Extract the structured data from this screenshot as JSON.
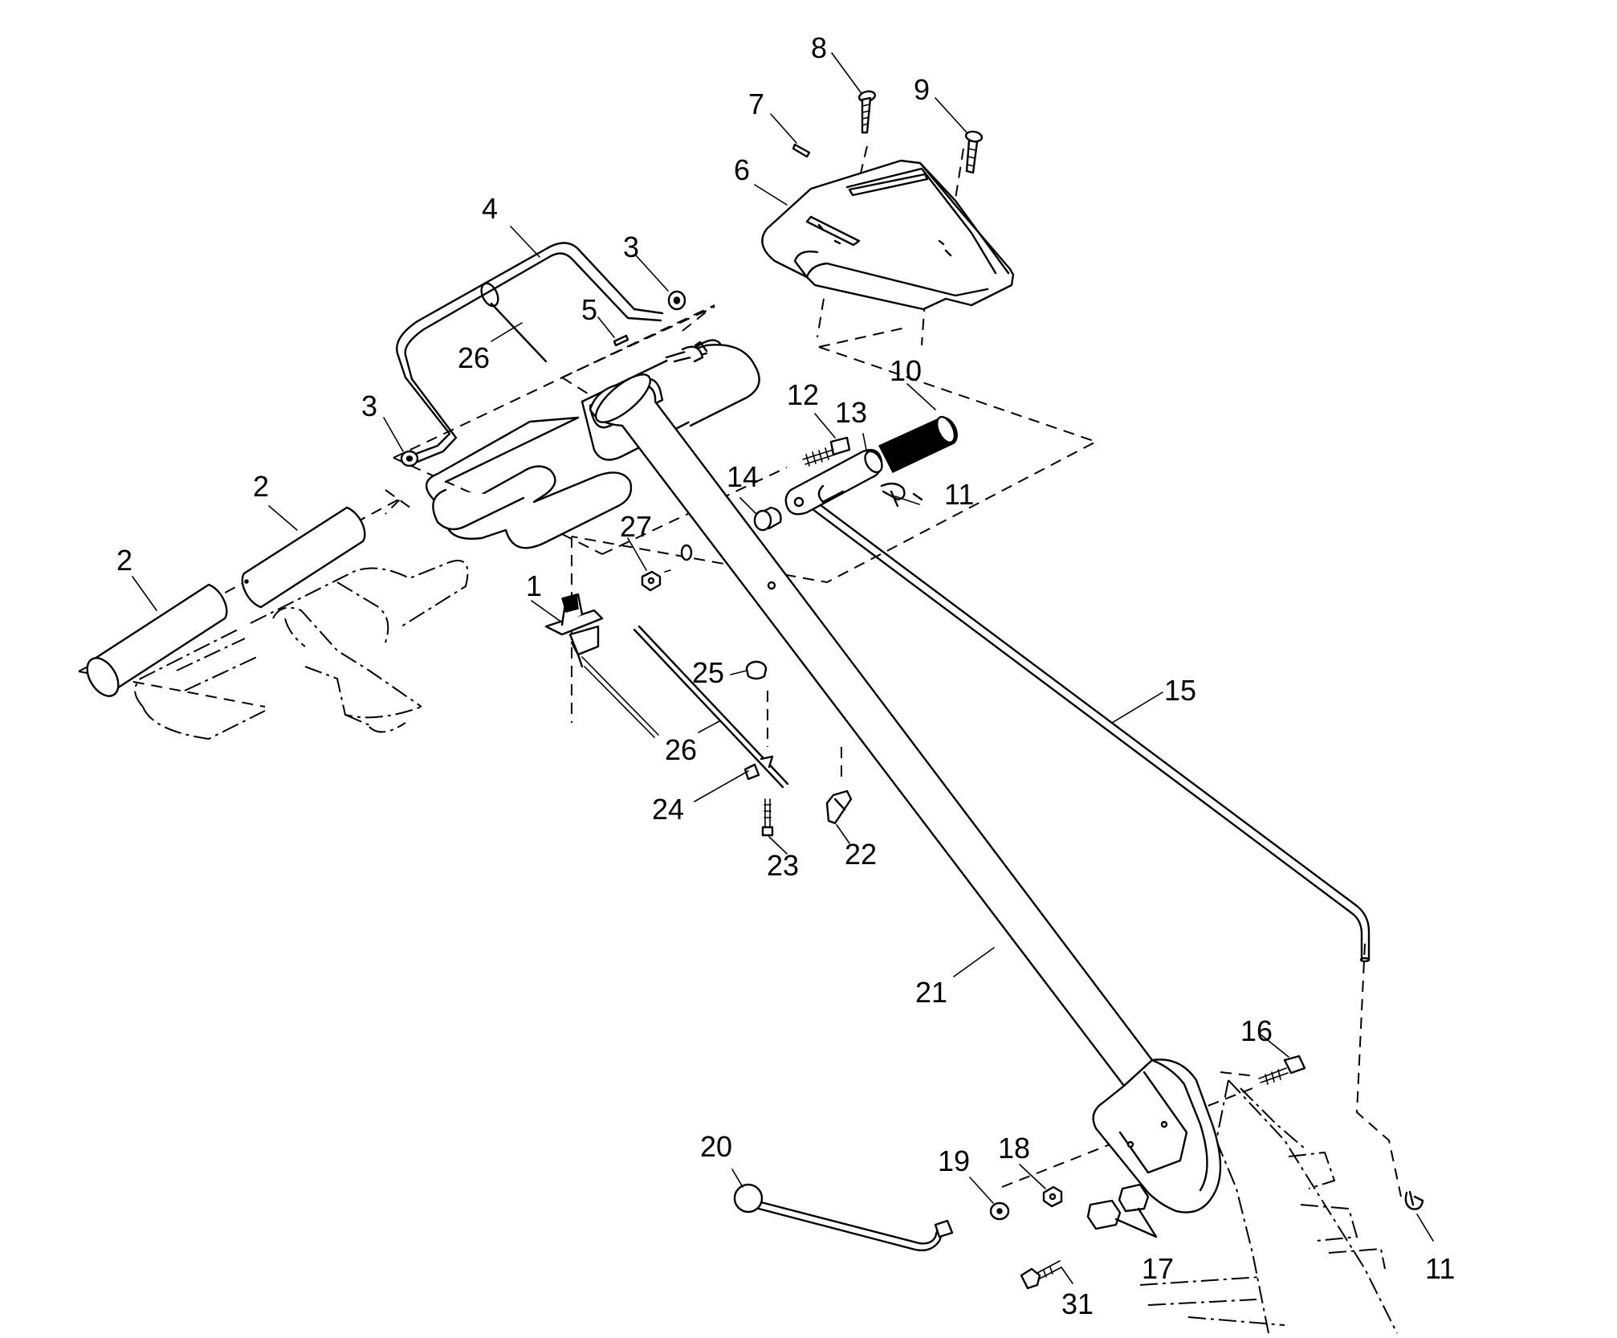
{
  "callouts": [
    {
      "id": "label-8",
      "text": "8"
    },
    {
      "id": "label-9",
      "text": "9"
    },
    {
      "id": "label-7",
      "text": "7"
    },
    {
      "id": "label-6",
      "text": "6"
    },
    {
      "id": "label-4",
      "text": "4"
    },
    {
      "id": "label-3a",
      "text": "3"
    },
    {
      "id": "label-5",
      "text": "5"
    },
    {
      "id": "label-26a",
      "text": "26"
    },
    {
      "id": "label-3b",
      "text": "3"
    },
    {
      "id": "label-10",
      "text": "10"
    },
    {
      "id": "label-12",
      "text": "12"
    },
    {
      "id": "label-13",
      "text": "13"
    },
    {
      "id": "label-14",
      "text": "14"
    },
    {
      "id": "label-11a",
      "text": "11"
    },
    {
      "id": "label-2a",
      "text": "2"
    },
    {
      "id": "label-2b",
      "text": "2"
    },
    {
      "id": "label-27",
      "text": "27"
    },
    {
      "id": "label-1",
      "text": "1"
    },
    {
      "id": "label-25",
      "text": "25"
    },
    {
      "id": "label-15",
      "text": "15"
    },
    {
      "id": "label-26b",
      "text": "26"
    },
    {
      "id": "label-24",
      "text": "24"
    },
    {
      "id": "label-23",
      "text": "23"
    },
    {
      "id": "label-22",
      "text": "22"
    },
    {
      "id": "label-21",
      "text": "21"
    },
    {
      "id": "label-16",
      "text": "16"
    },
    {
      "id": "label-20",
      "text": "20"
    },
    {
      "id": "label-19",
      "text": "19"
    },
    {
      "id": "label-18",
      "text": "18"
    },
    {
      "id": "label-17",
      "text": "17"
    },
    {
      "id": "label-11b",
      "text": "11"
    },
    {
      "id": "label-31",
      "text": "31"
    }
  ]
}
